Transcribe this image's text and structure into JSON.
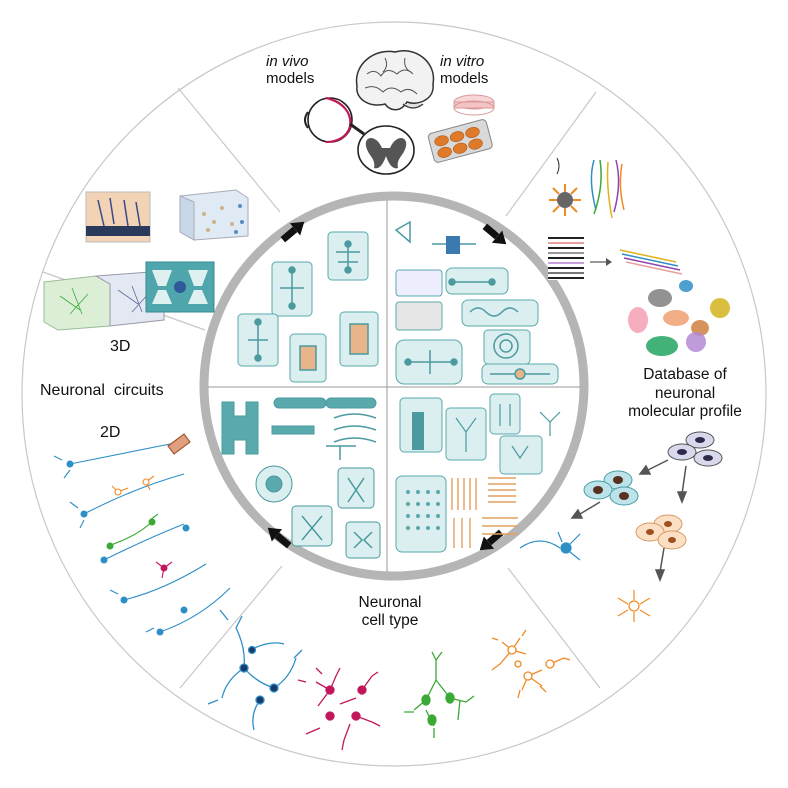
{
  "sectors": {
    "models": {
      "in_vivo_prefix": "in vivo",
      "in_vivo_suffix": "models",
      "in_vitro_prefix": "in vitro",
      "in_vitro_suffix": "models"
    },
    "database": {
      "line1": "Database of",
      "line2": "neuronal",
      "line3": "molecular profile"
    },
    "cell_type": {
      "line1": "Neuronal",
      "line2": "cell type"
    },
    "circuits": {
      "label_3d": "3D",
      "title": "Neuronal  circuits",
      "label_2d": "2D"
    }
  },
  "colors": {
    "ring_stroke": "#bdbdbd",
    "inner_ring": "#b5b5b5",
    "device_fill": "#cde8e8",
    "device_teal": "#5aa9ad",
    "neuron_blue": "#2e8fc7",
    "neuron_orange": "#f08a24",
    "neuron_magenta": "#c2185b",
    "neuron_green": "#3aa935",
    "brain_pink": "#e8a0a0",
    "arrow": "#111111"
  },
  "icons": [
    "brain-icon",
    "eye-icon",
    "spinal-cord-icon",
    "petri-dish-icon",
    "cell-culture-plate-icon"
  ]
}
